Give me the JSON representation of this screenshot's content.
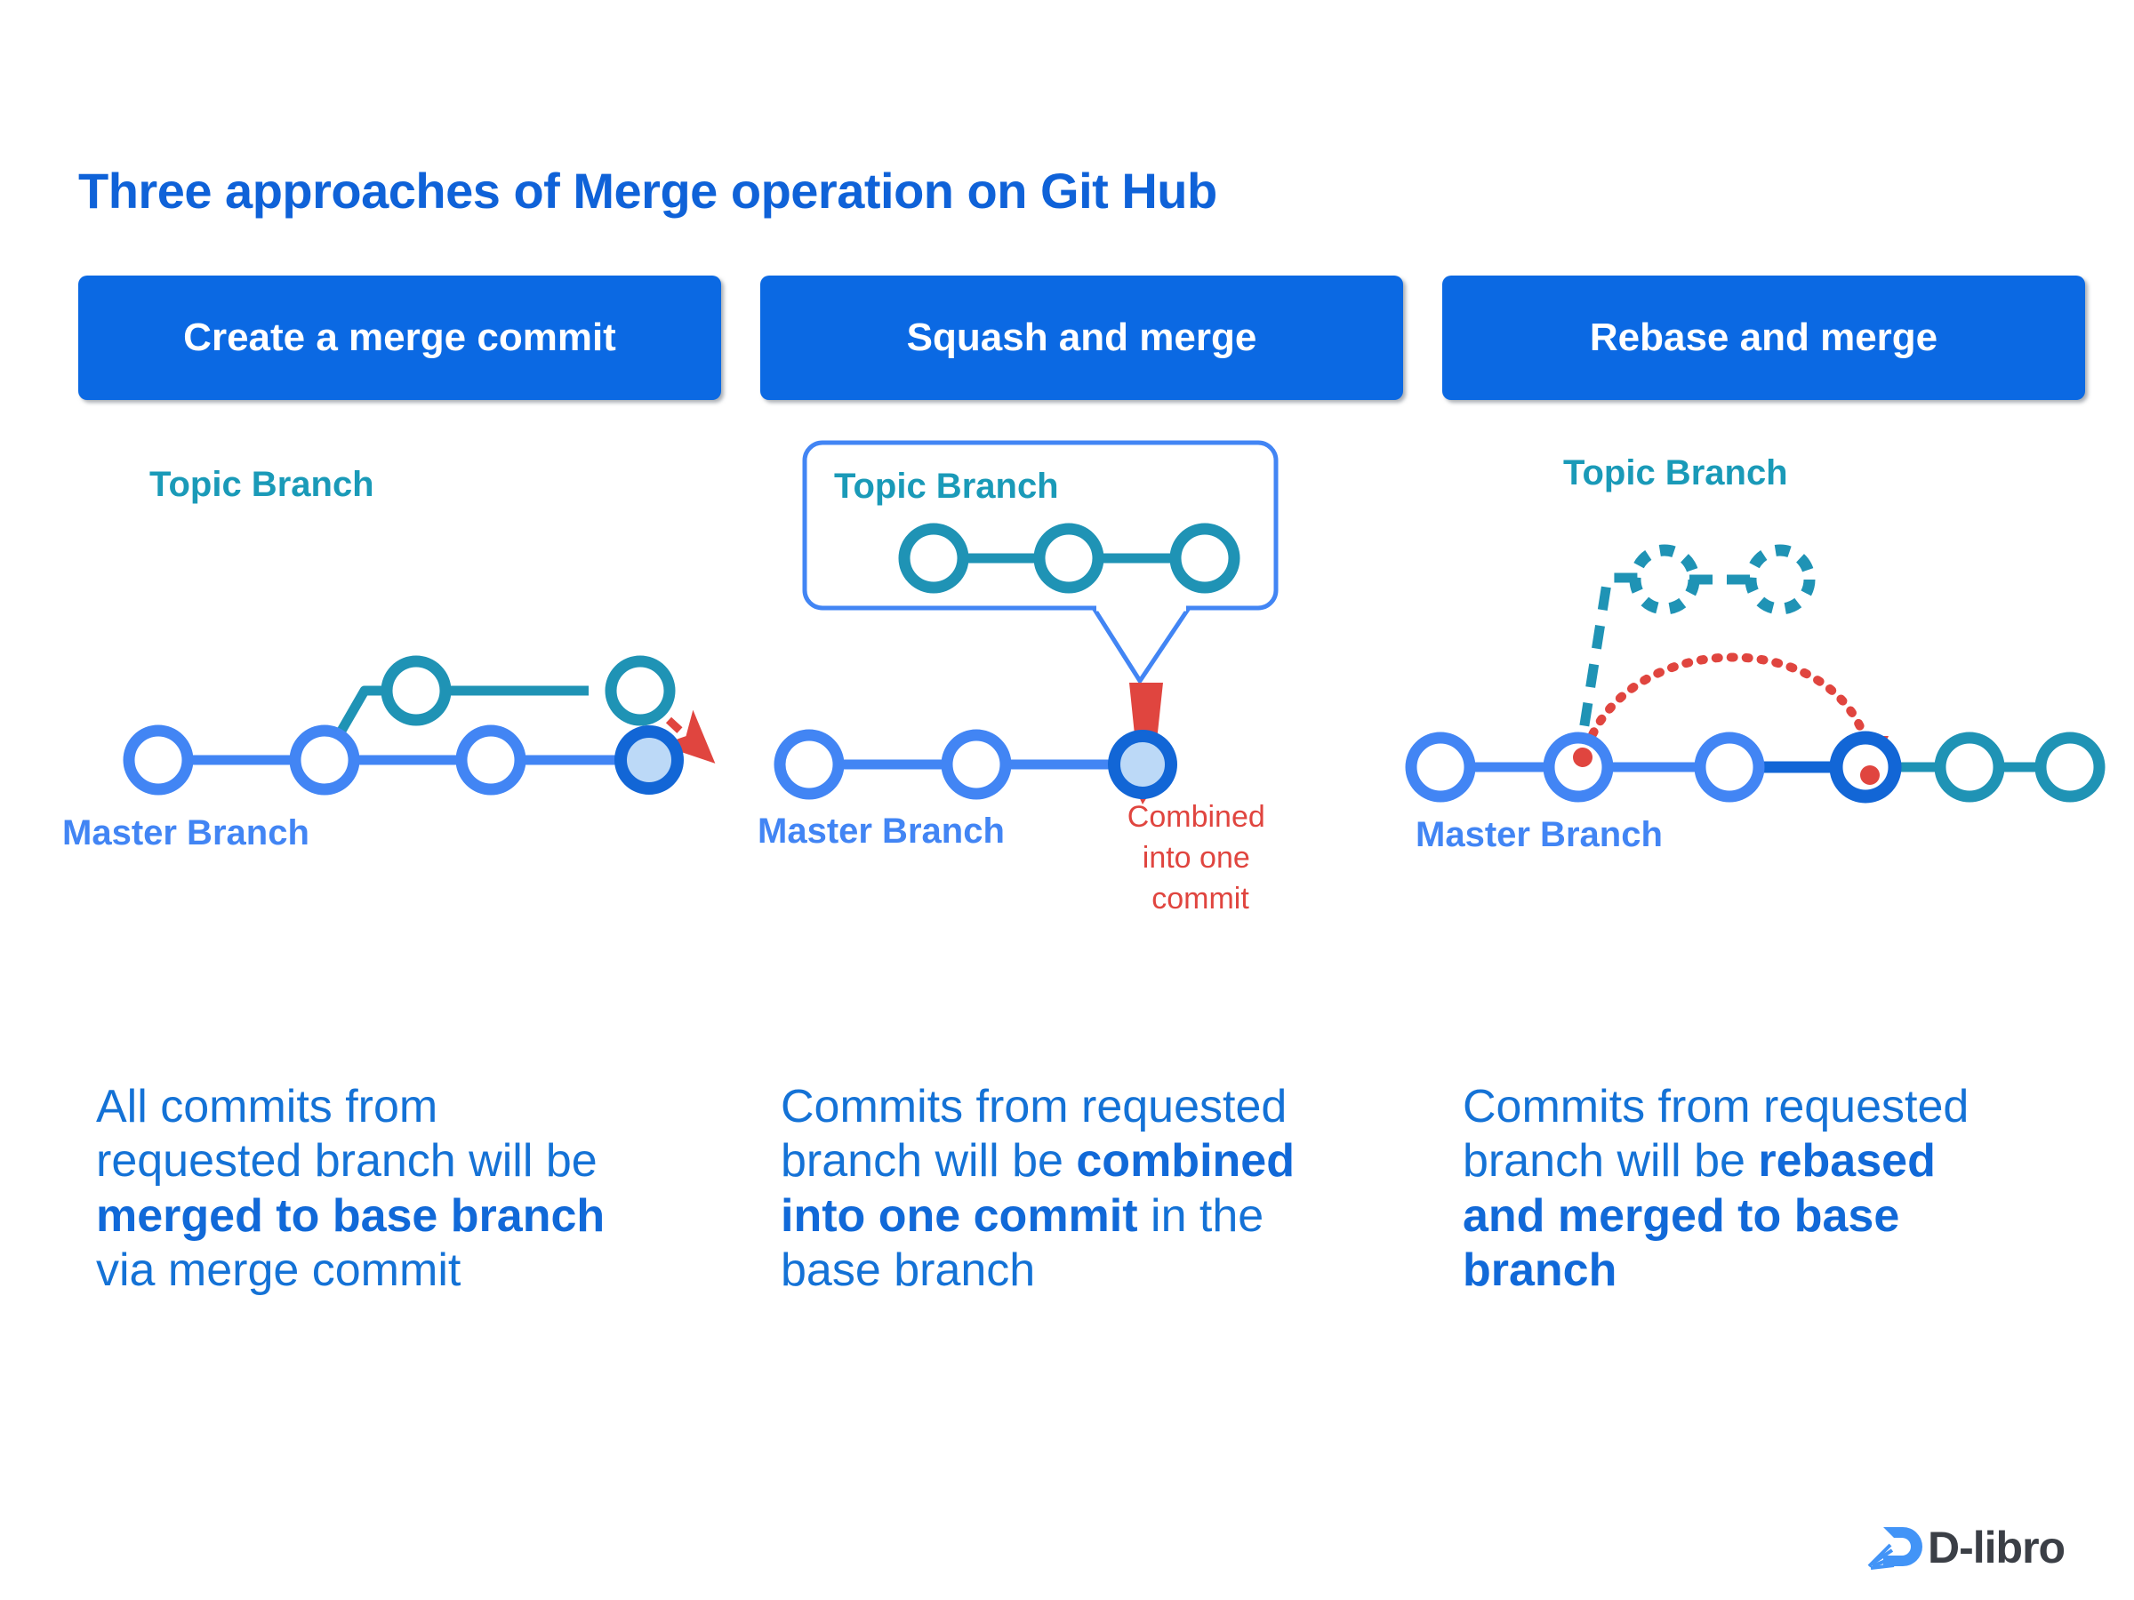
{
  "title": "Three approaches of Merge operation on Git Hub",
  "colors": {
    "title_blue": "#0f62d8",
    "button_blue": "#0b69e3",
    "master_blue": "#4285f4",
    "topic_teal": "#1a9ab8",
    "accent_red": "#e0453f",
    "merge_node_dark": "#1266d6",
    "merge_node_fill": "#bcd9f7",
    "body_blue": "#1472d6"
  },
  "buttons": [
    {
      "label": "Create a merge commit"
    },
    {
      "label": "Squash and merge"
    },
    {
      "label": "Rebase and merge"
    }
  ],
  "diagrams": {
    "merge": {
      "topic_label": "Topic Branch",
      "master_label": "Master Branch",
      "master_commits": 4,
      "topic_commits": 2,
      "merge_commit_highlighted": true,
      "arrow": "dashed-red-arrow"
    },
    "squash": {
      "topic_label": "Topic Branch",
      "master_label": "Master Branch",
      "combined_label": "Combined into one commit",
      "master_commits": 3,
      "topic_commits": 3,
      "topic_in_callout_box": true,
      "arrow": "solid-red-down-arrow"
    },
    "rebase": {
      "topic_label": "Topic Branch",
      "master_label": "Master Branch",
      "master_commits": 4,
      "replayed_commits": 2,
      "ghost_commits": 2,
      "arrow": "dotted-red-arc-arrow"
    }
  },
  "descriptions": [
    {
      "pre": "All commits from requested branch will be ",
      "bold": "merged to base branch",
      "post": " via merge commit"
    },
    {
      "pre": "Commits from requested branch will be ",
      "bold": "combined into one commit",
      "post": " in the base branch"
    },
    {
      "pre": "Commits from requested branch will be ",
      "bold": "rebased and merged to base branch",
      "post": ""
    }
  ],
  "logo": {
    "text": "D-libro",
    "mark": "d-libro-mark-icon"
  }
}
